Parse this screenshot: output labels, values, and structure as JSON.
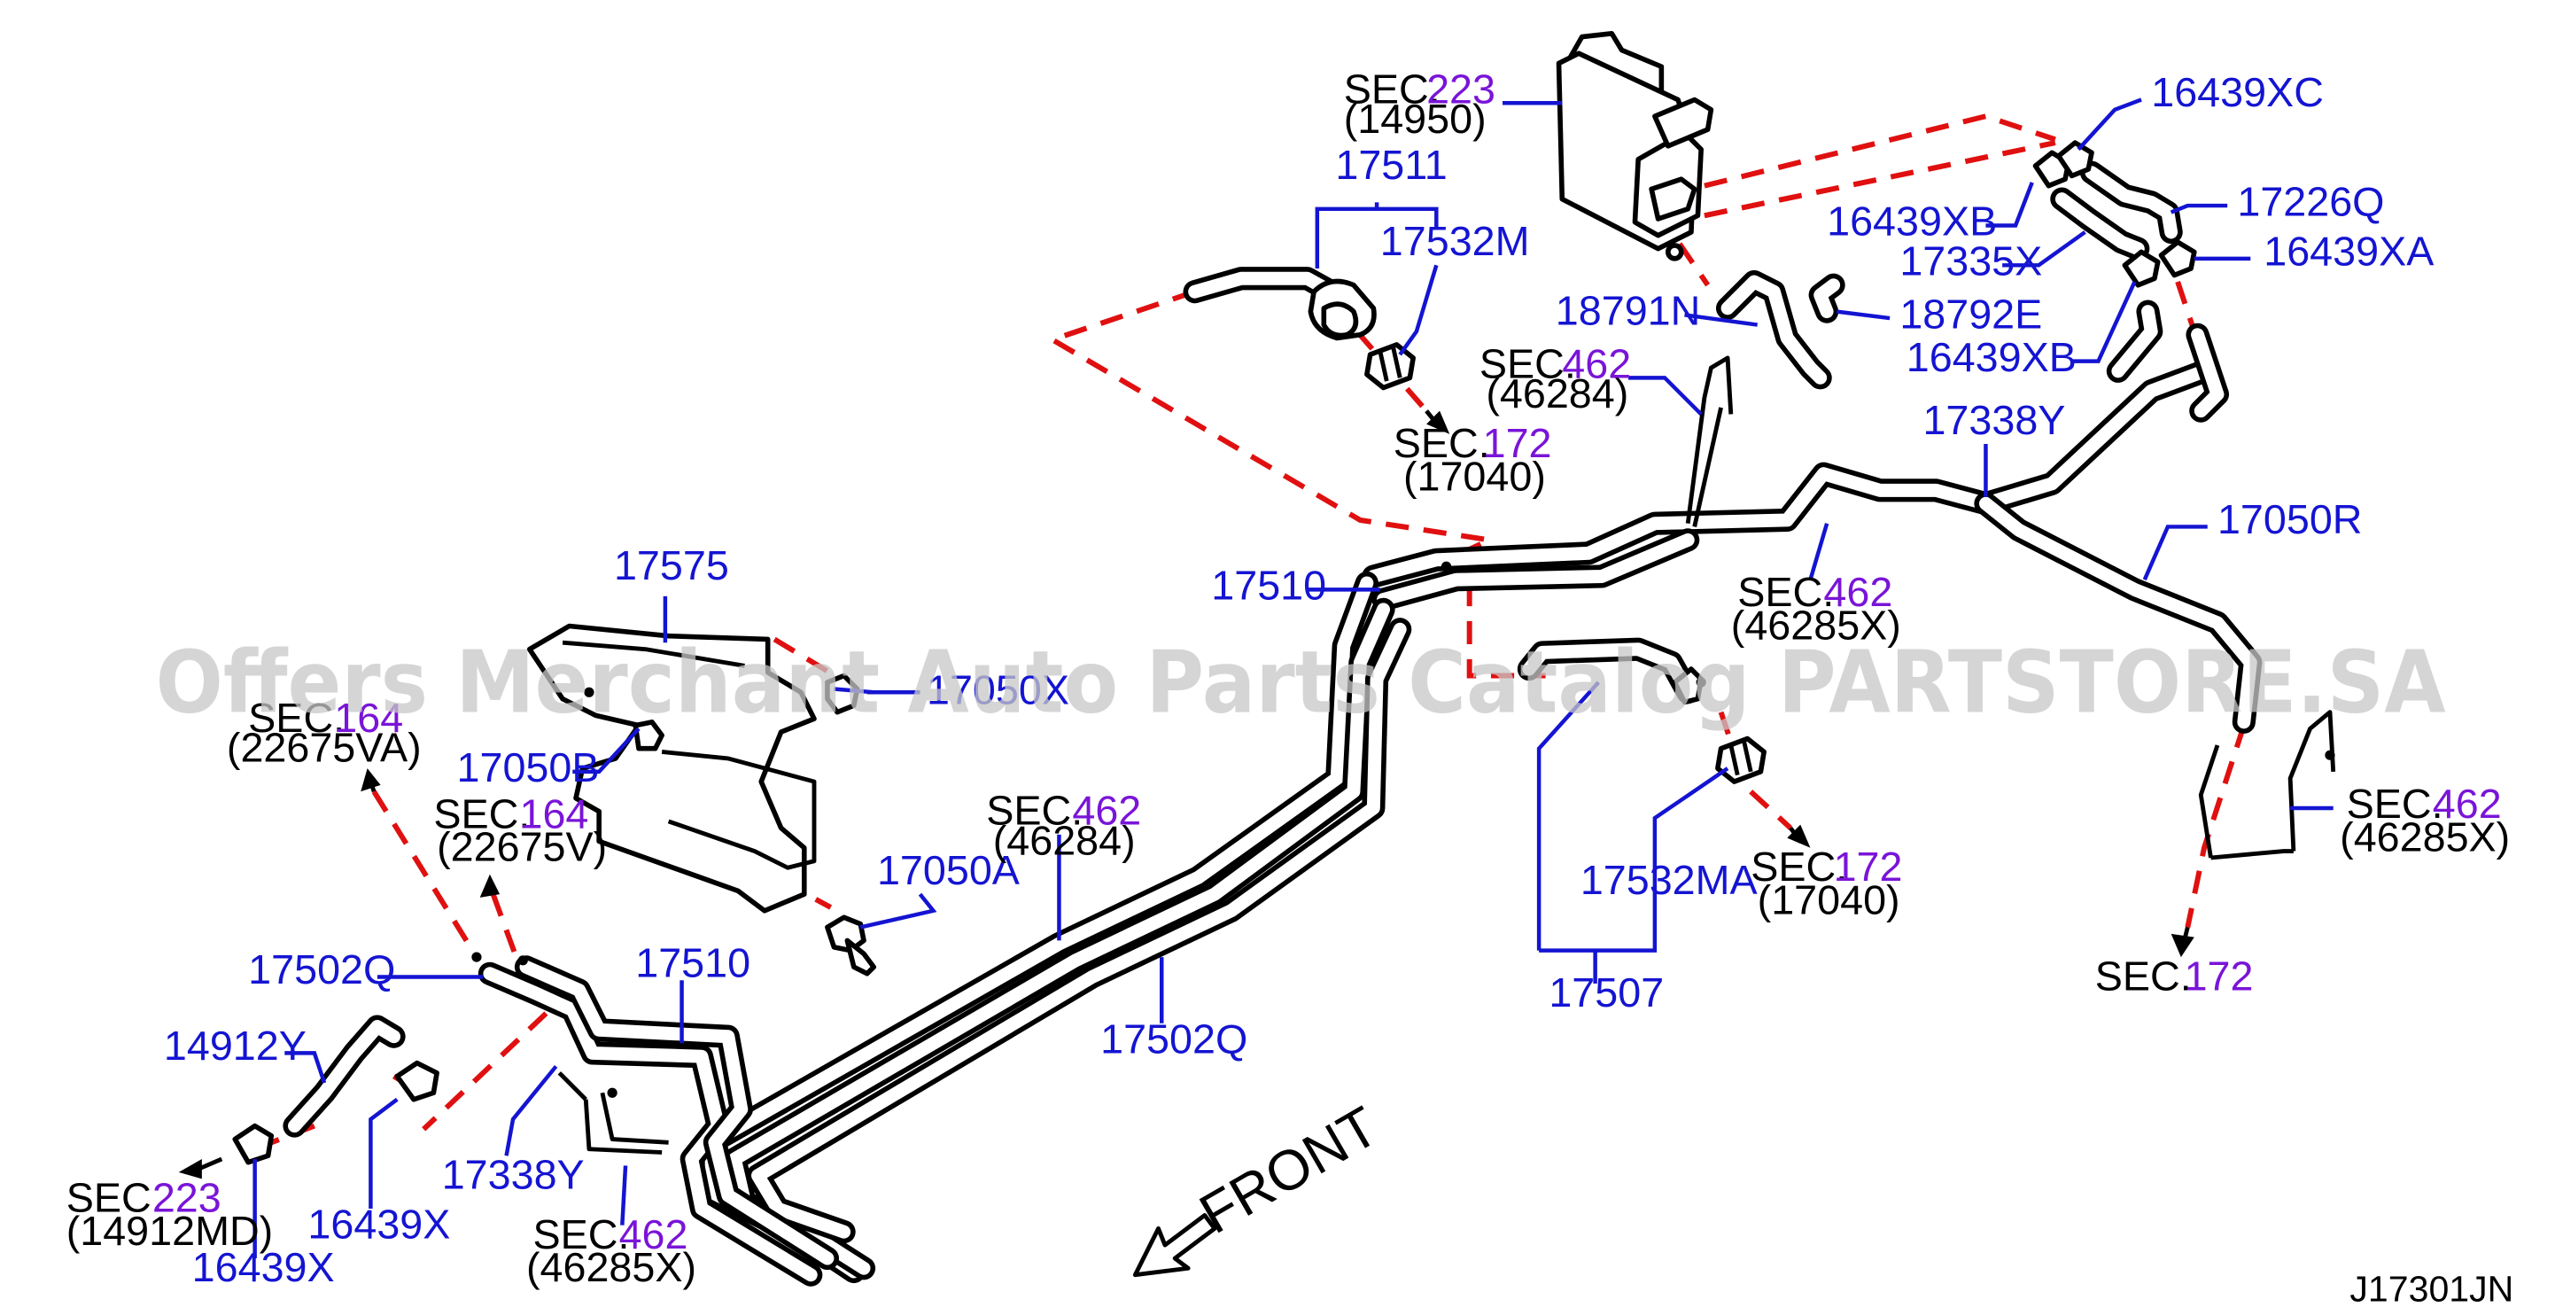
{
  "diagram_code": "J17301JN",
  "watermark": "Offers Merchant Auto Parts Catalog PARTSTORE.SA",
  "front_label": "FRONT",
  "sec_word": "SEC.",
  "colors": {
    "part_number": "#1414d2",
    "section_number": "#7a14d8",
    "dashed_line": "#e01010",
    "ink": "#000000"
  },
  "part_labels": [
    {
      "id": "17511",
      "text": "17511"
    },
    {
      "id": "17532M",
      "text": "17532M"
    },
    {
      "id": "16439XC",
      "text": "16439XC"
    },
    {
      "id": "17226Q",
      "text": "17226Q"
    },
    {
      "id": "16439XB_a",
      "text": "16439XB"
    },
    {
      "id": "17335X",
      "text": "17335X"
    },
    {
      "id": "16439XA",
      "text": "16439XA"
    },
    {
      "id": "18791N",
      "text": "18791N"
    },
    {
      "id": "18792E",
      "text": "18792E"
    },
    {
      "id": "16439XB_b",
      "text": "16439XB"
    },
    {
      "id": "17338Y_a",
      "text": "17338Y"
    },
    {
      "id": "17050R",
      "text": "17050R"
    },
    {
      "id": "17575",
      "text": "17575"
    },
    {
      "id": "17510_a",
      "text": "17510"
    },
    {
      "id": "17050B",
      "text": "17050B"
    },
    {
      "id": "17050A",
      "text": "17050A"
    },
    {
      "id": "17532MA",
      "text": "17532MA"
    },
    {
      "id": "17507",
      "text": "17507"
    },
    {
      "id": "17502Q_a",
      "text": "17502Q"
    },
    {
      "id": "17510_b",
      "text": "17510"
    },
    {
      "id": "17502Q_b",
      "text": "17502Q"
    },
    {
      "id": "14912Y",
      "text": "14912Y"
    },
    {
      "id": "17338Y_b",
      "text": "17338Y"
    },
    {
      "id": "16439X_a",
      "text": "16439X"
    },
    {
      "id": "16439X_b",
      "text": "16439X"
    },
    {
      "id": "17050X",
      "text": "17050X"
    }
  ],
  "section_refs": [
    {
      "id": "sec223_top",
      "num": "223",
      "sub": "(14950)"
    },
    {
      "id": "sec172_a",
      "num": "172",
      "sub": "(17040)"
    },
    {
      "id": "sec462_a",
      "num": "462",
      "sub": "(46284)"
    },
    {
      "id": "sec462_b",
      "num": "462",
      "sub": "(46285X)"
    },
    {
      "id": "sec164_a",
      "num": "164",
      "sub": "(22675VA)"
    },
    {
      "id": "sec164_b",
      "num": "164",
      "sub": "(22675V)"
    },
    {
      "id": "sec462_c",
      "num": "462",
      "sub": "(46284)"
    },
    {
      "id": "sec172_b",
      "num": "172",
      "sub": "(17040)"
    },
    {
      "id": "sec462_d",
      "num": "462",
      "sub": "(46285X)"
    },
    {
      "id": "sec172_c",
      "num": "172",
      "sub": ""
    },
    {
      "id": "sec223_bottom",
      "num": "223",
      "sub": "(14912MD)"
    },
    {
      "id": "sec462_e",
      "num": "462",
      "sub": "(46285X)"
    }
  ]
}
